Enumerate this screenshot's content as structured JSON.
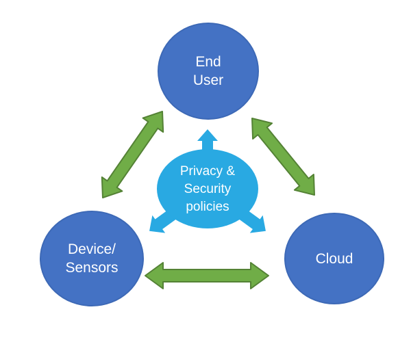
{
  "diagram": {
    "type": "triangle-relationship-diagram",
    "nodes": {
      "end_user": {
        "lines": [
          "End",
          "User"
        ]
      },
      "device_sensors": {
        "lines": [
          "Device/",
          "Sensors"
        ]
      },
      "cloud": {
        "lines": [
          "Cloud"
        ]
      }
    },
    "hub": {
      "lines": [
        "Privacy &",
        "Security",
        "policies"
      ]
    },
    "edges": [
      {
        "from": "End User",
        "to": "Device/Sensors",
        "style": "double-headed-arrow"
      },
      {
        "from": "End User",
        "to": "Cloud",
        "style": "double-headed-arrow"
      },
      {
        "from": "Device/Sensors",
        "to": "Cloud",
        "style": "double-headed-arrow"
      },
      {
        "from": "Privacy & Security policies",
        "to": "End User",
        "style": "outward-block-arrow"
      },
      {
        "from": "Privacy & Security policies",
        "to": "Device/Sensors",
        "style": "outward-block-arrow"
      },
      {
        "from": "Privacy & Security policies",
        "to": "Cloud",
        "style": "outward-block-arrow"
      }
    ]
  },
  "colors": {
    "background": "#ffffff",
    "node_fill": "#4472c4",
    "node_edge": "#3d69b6",
    "hub_fill": "#29a9e2",
    "arrow_fill": "#70ad47",
    "arrow_stroke": "#548235",
    "label_color": "#ffffff"
  }
}
